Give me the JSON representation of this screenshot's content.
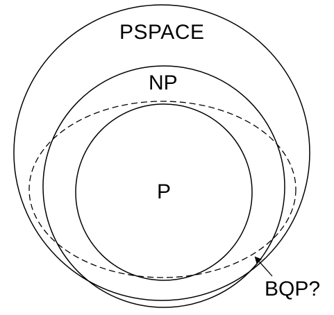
{
  "labels": {
    "pspace": "PSPACE",
    "np": "NP",
    "p": "P",
    "bqp": "BQP?"
  },
  "colors": {
    "stroke": "#000000",
    "background": "#ffffff"
  }
}
